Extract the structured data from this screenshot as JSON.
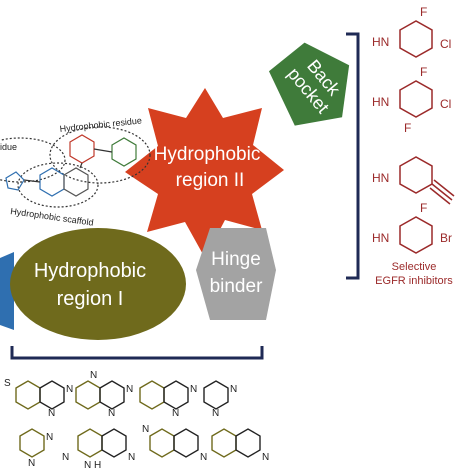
{
  "regions": {
    "hydrophobic_region_1": {
      "line1": "Hydrophobic",
      "line2": "region I",
      "color": "#6f6a1c"
    },
    "hydrophobic_region_2": {
      "line1": "Hydrophobic",
      "line2": "region II",
      "color": "#d6401f"
    },
    "hinge_binder": {
      "line1": "Hinge",
      "line2": "binder",
      "color": "#a3a3a3"
    },
    "back_pocket": {
      "line1": "Back",
      "line2": "pocket",
      "color": "#3f7b3a"
    }
  },
  "ligand_labels": {
    "residue_left": "idue",
    "hydrophobic_residue": "Hydrophobic residue",
    "hydrophobic_scaffold": "Hydrophobic scaffold"
  },
  "egfr": {
    "line1": "Selective",
    "line2": "EGFR inhibitors",
    "color": "#9b2a2a",
    "substituent_labels": [
      "HN",
      "F",
      "Cl",
      "HN",
      "F",
      "F",
      "Cl",
      "HN",
      "HN",
      "F",
      "Br"
    ]
  },
  "scaffold_atom_labels": [
    "S",
    "N",
    "N",
    "N",
    "N",
    "N",
    "N",
    "N",
    "N",
    "N",
    "N",
    "N",
    "N",
    "N",
    "H",
    "N",
    "N",
    "N",
    "N"
  ],
  "colors": {
    "bracket": "#1f2a55",
    "accent_blue": "#2f6fb0"
  }
}
